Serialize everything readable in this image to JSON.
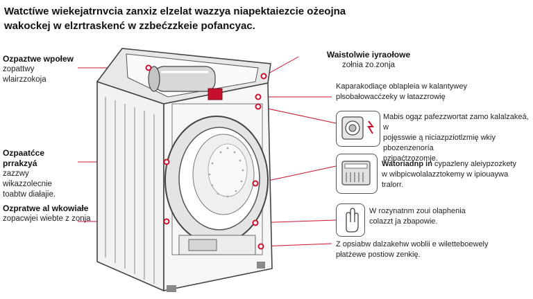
{
  "title": {
    "line1": "Watctíwe wiekejatrnvcia zanxiz elzelat wazzya niapektaiezcie ożeojna",
    "line2": "wakockej w elzrtraskenć w zzbećzzkeie pofancyac."
  },
  "callouts_left": [
    {
      "heading": "Ozpaztwe wpołew",
      "sub": "zopattwy wlairzzokoja"
    },
    {
      "heading": "Ozpaatćce prrakzyá",
      "sub": "zazzwy wikazzolecnie",
      "sub2": "toabtw diałajie."
    },
    {
      "heading": "Ozpratwe al wkowiałe",
      "sub": "zopacwjei wiebte z zonja"
    }
  ],
  "callouts_right": {
    "top": {
      "heading": "Waistolwie iyraołowe",
      "sub": "zołnia zo.zonja"
    },
    "item1": {
      "line1": "Kaparakodiaçe oblapleia w kalantywey",
      "line2": "plsobałowacćzeky w łatazzrowię"
    },
    "item2": {
      "line1": "Mabis ogąz pafezzwortat zamo kalalzakeá, w",
      "line2": "pojęsswie ą niciazpziotlzmię wkiy pbozenzenoría",
      "line3": "pzjpaćtzozomje."
    },
    "item3": {
      "heading": "Watoriadnp in",
      "line1": "cypazleny aleiypzozkety",
      "line2": "w wibpicwolalazztokemy w ipiouaywa",
      "line3": "tralorr."
    },
    "item4": {
      "line1": "W rozynatnm zoui olaphenia",
      "line2": "colazzt ja zbapowie."
    },
    "item5": {
      "line1": "Z opsiabw dalzakehw woblii e wiletteboewely",
      "line2": "płatżewe postiow zenkię."
    }
  },
  "colors": {
    "accent": "#c8102e",
    "line": "#444444",
    "panel": "#f4f4f4"
  },
  "icons": [
    "pump-icon",
    "electrical-unit-icon",
    "control-module-icon",
    "hand-touch-icon"
  ]
}
